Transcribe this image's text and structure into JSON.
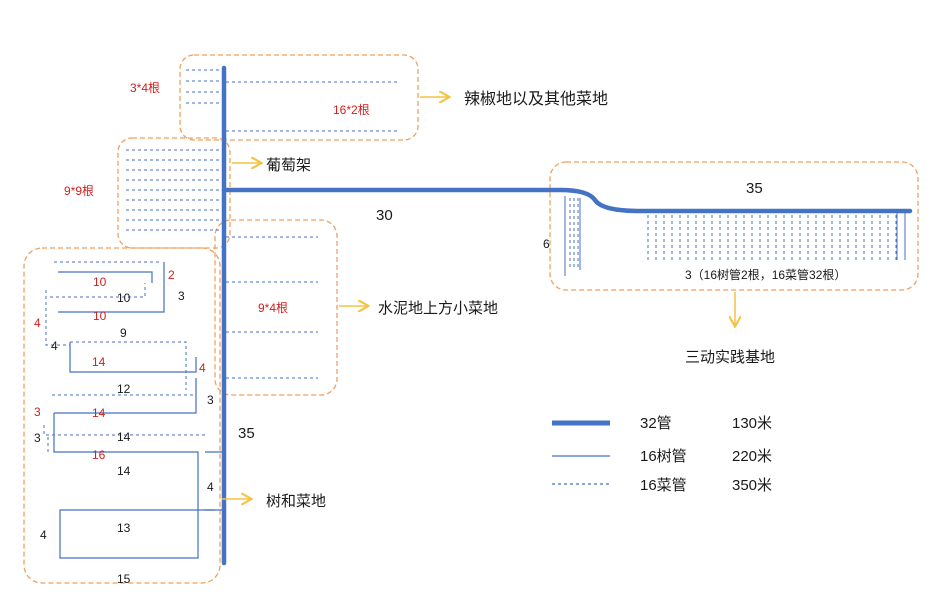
{
  "labels": {
    "top_count_left": "3*4根",
    "top_count_right": "16*2根",
    "top_area": "辣椒地以及其他菜地",
    "grape_count": "9*9根",
    "grape_area": "葡萄架",
    "main_length_30": "30",
    "right_length_35": "35",
    "right_height_6": "6",
    "right_note": "3（16树管2根，16菜管32根）",
    "practice_base": "三动实践基地",
    "cement_count": "9*4根",
    "cement_area": "水泥地上方小菜地",
    "trunk_length_35": "35",
    "tree_area": "树和菜地",
    "tree_side_4": "4",
    "tree_side_3": "3"
  },
  "left_block": {
    "red_10_a": "10",
    "dark_10": "10",
    "red_2": "2",
    "dark_3_top": "3",
    "red_4_left": "4",
    "red_10_b": "10",
    "dark_9": "9",
    "dark_4_left": "4",
    "red_14_a": "14",
    "red_4_right": "4",
    "dark_12": "12",
    "red_3_left": "3",
    "red_14_b": "14",
    "dark_3_left": "3",
    "dark_14_a": "14",
    "red_16": "16",
    "dark_14_b": "14",
    "dark_4_bottom": "4",
    "dark_13": "13",
    "dark_15": "15"
  },
  "legend": [
    {
      "name": "32管",
      "length": "130米"
    },
    {
      "name": "16树管",
      "length": "220米"
    },
    {
      "name": "16菜管",
      "length": "350米"
    }
  ],
  "colors": {
    "pipe": "#4472c4",
    "box_border": "#f0a060",
    "arrow": "#f5c242",
    "red_text": "#d02020"
  }
}
